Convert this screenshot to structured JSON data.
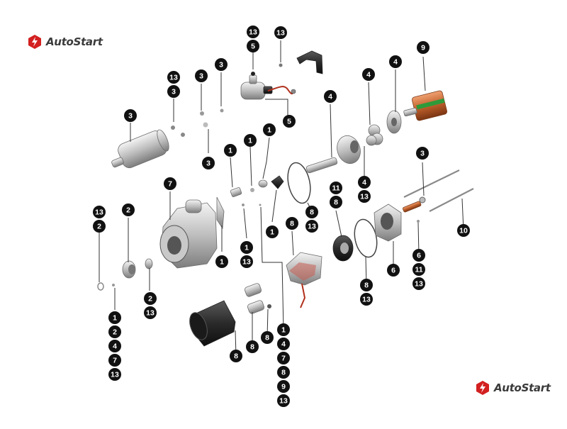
{
  "brand": {
    "name": "AutoStart",
    "color": "#d32020",
    "logo_icon": "autostart-logo-icon"
  },
  "parts": [
    {
      "id": "solenoid-terminal",
      "labels": [
        "13",
        "5"
      ]
    },
    {
      "id": "terminal-nut",
      "labels": [
        "13"
      ]
    },
    {
      "id": "solenoid-cap",
      "labels": [
        "5"
      ]
    },
    {
      "id": "solenoid-switch",
      "labels": [
        "3"
      ]
    },
    {
      "id": "solenoid-screw-a",
      "labels": [
        "13",
        "3"
      ]
    },
    {
      "id": "solenoid-screw-b",
      "labels": [
        "3"
      ]
    },
    {
      "id": "solenoid-screw-c",
      "labels": [
        "3"
      ]
    },
    {
      "id": "solenoid-fastener",
      "labels": [
        "3"
      ]
    },
    {
      "id": "drive-end-housing",
      "labels": [
        "7"
      ]
    },
    {
      "id": "pinion-gear",
      "labels": [
        "2"
      ]
    },
    {
      "id": "pinion-retainer",
      "labels": [
        "13",
        "2"
      ]
    },
    {
      "id": "pinion-spring",
      "labels": [
        "2",
        "13"
      ]
    },
    {
      "id": "kit-all",
      "labels": [
        "1",
        "2",
        "4",
        "7",
        "13"
      ]
    },
    {
      "id": "lever-pin",
      "labels": [
        "1"
      ]
    },
    {
      "id": "lever-spring",
      "labels": [
        "1"
      ]
    },
    {
      "id": "lever-pad",
      "labels": [
        "1"
      ]
    },
    {
      "id": "shift-lever",
      "labels": [
        "1"
      ]
    },
    {
      "id": "lever-pivot",
      "labels": [
        "1",
        "13"
      ]
    },
    {
      "id": "shift-fork",
      "labels": [
        "1"
      ]
    },
    {
      "id": "planetary-shaft",
      "labels": [
        "4"
      ]
    },
    {
      "id": "planetary-gear",
      "labels": [
        "4"
      ]
    },
    {
      "id": "ring-gear-plate",
      "labels": [
        "4"
      ]
    },
    {
      "id": "gear-washer",
      "labels": [
        "4",
        "13"
      ]
    },
    {
      "id": "armature",
      "labels": [
        "9"
      ]
    },
    {
      "id": "field-oring",
      "labels": [
        "8",
        "13"
      ]
    },
    {
      "id": "brush-holder",
      "labels": [
        "8"
      ]
    },
    {
      "id": "commutator-end-brushes",
      "labels": [
        "11",
        "8"
      ]
    },
    {
      "id": "end-frame-oring",
      "labels": [
        "8",
        "13"
      ]
    },
    {
      "id": "through-bolt",
      "labels": [
        "3"
      ]
    },
    {
      "id": "long-bolt",
      "labels": [
        "10"
      ]
    },
    {
      "id": "end-cap",
      "labels": [
        "6"
      ]
    },
    {
      "id": "end-cap-screws",
      "labels": [
        "6",
        "11",
        "13"
      ]
    },
    {
      "id": "yoke",
      "labels": [
        "8"
      ]
    },
    {
      "id": "brush-clip-a",
      "labels": [
        "8"
      ]
    },
    {
      "id": "brush-clip-b",
      "labels": [
        "8"
      ]
    },
    {
      "id": "kit-complete",
      "labels": [
        "1",
        "4",
        "7",
        "8",
        "9",
        "13"
      ]
    }
  ]
}
